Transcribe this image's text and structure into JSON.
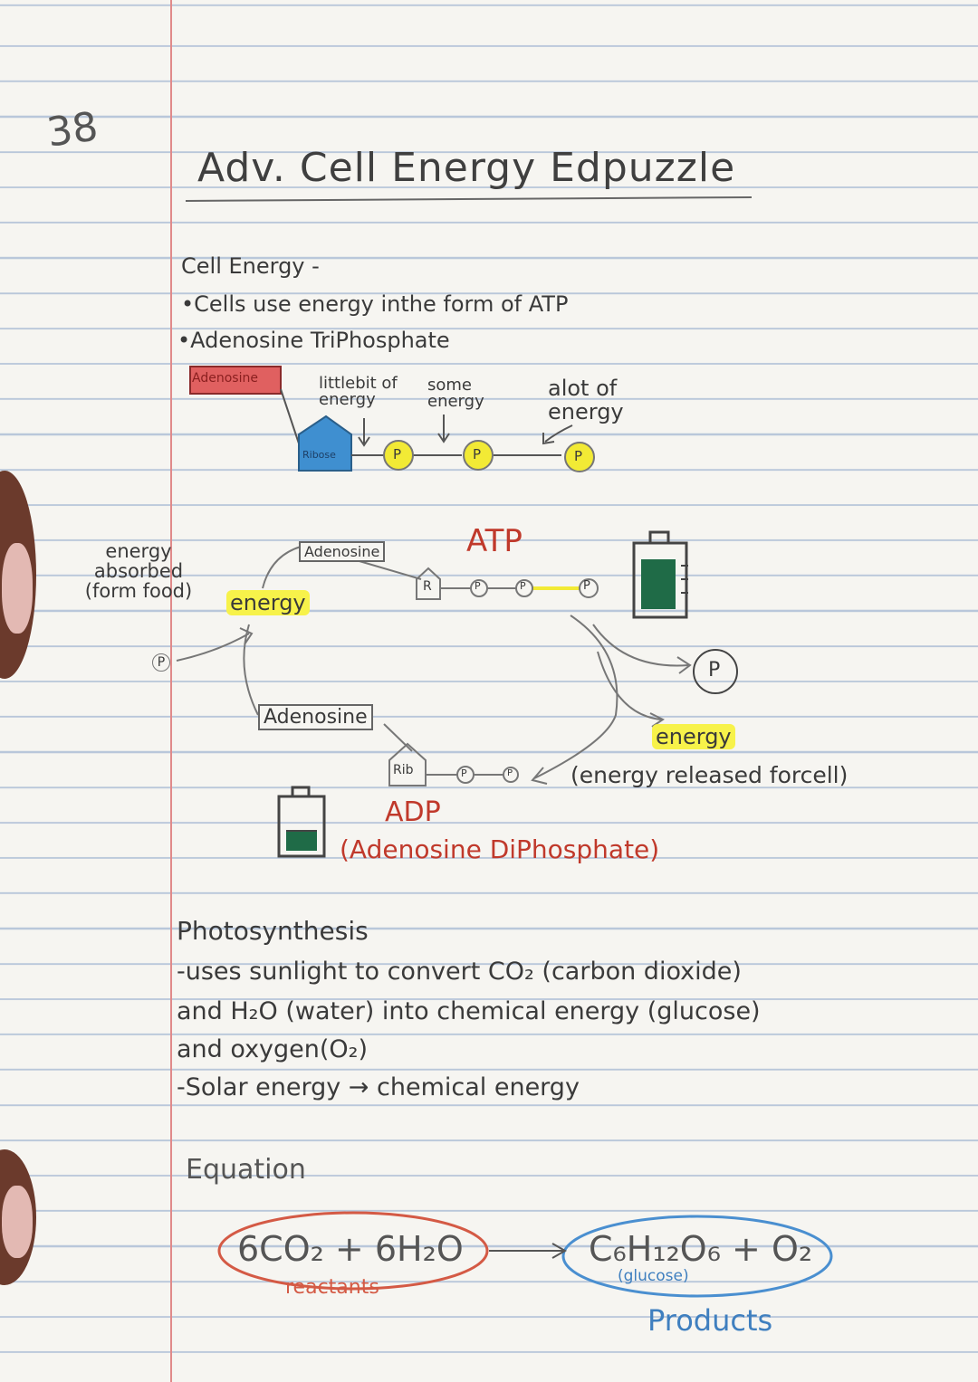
{
  "page_number": "38",
  "title": "Adv. Cell Energy Edpuzzle",
  "cell_energy": {
    "heading": "Cell Energy -",
    "bullets": [
      "•Cells use energy inthe form of ATP",
      "•Adenosine TriPhosphate"
    ]
  },
  "atp_structure": {
    "adenosine_label": "Adenosine",
    "ribose_label": "Ribose",
    "phosphate_label": "P",
    "note_little": "littlebit of energy",
    "note_some": "some energy",
    "note_lot": "alot of energy"
  },
  "cycle": {
    "atp_label": "ATP",
    "adenosine_top": "Adenosine",
    "ribose_top": "R",
    "phosphate_label": "P",
    "energy_input": "energy",
    "absorbed_note": "energy absorbed (form food)",
    "adenosine_bottom": "Adenosine",
    "rib_bottom": "Rib",
    "energy_out": "energy",
    "energy_released": "(energy released forcell)",
    "adp_label": "ADP",
    "adp_full": "(Adenosine DiPhosphate)"
  },
  "photosynthesis": {
    "heading": "Photosynthesis",
    "lines": [
      "-uses sunlight to convert CO₂ (carbon dioxide)",
      "and H₂O (water) into chemical energy (glucose)",
      "and oxygen(O₂)",
      "-Solar energy → chemical energy"
    ]
  },
  "equation": {
    "heading": "Equation",
    "reactants": "6CO₂ + 6H₂O",
    "reactants_label": "reactants",
    "products": "C₆H₁₂O₆ + O₂",
    "glucose_note": "(glucose)",
    "products_label": "Products"
  },
  "colors": {
    "red_ink": "#c0392b",
    "blue_ink": "#3f7fbf",
    "highlight": "#f7f24a",
    "battery_green": "#1f6b47",
    "ribose_blue": "#3f8fd0"
  }
}
